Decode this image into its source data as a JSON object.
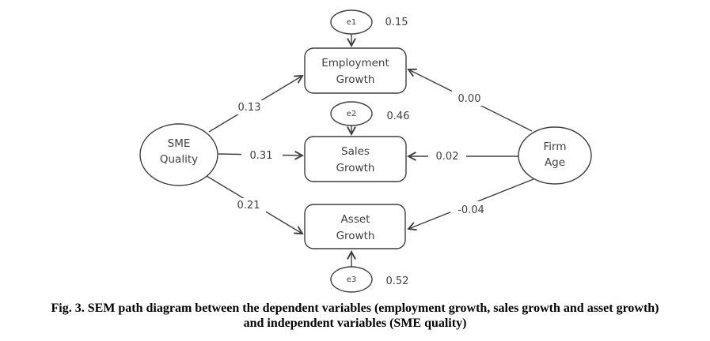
{
  "figure": {
    "nodes": {
      "sme_quality": {
        "line1": "SME",
        "line2": "Quality"
      },
      "firm_age": {
        "line1": "Firm",
        "line2": "Age"
      },
      "employment_growth": {
        "line1": "Employment",
        "line2": "Growth"
      },
      "sales_growth": {
        "line1": "Sales",
        "line2": "Growth"
      },
      "asset_growth": {
        "line1": "Asset",
        "line2": "Growth"
      },
      "e1": {
        "label": "e1",
        "variance": "0.15"
      },
      "e2": {
        "label": "e2",
        "variance": "0.46"
      },
      "e3": {
        "label": "e3",
        "variance": "0.52"
      }
    },
    "coefficients": {
      "sme_to_employment": "0.13",
      "sme_to_sales": "0.31",
      "sme_to_asset": "0.21",
      "firmage_to_employment": "0.00",
      "firmage_to_sales": "0.02",
      "firmage_to_asset": "-0.04"
    },
    "colors": {
      "diagram_stroke": "#3f3f3f",
      "diagram_text": "#3f3f3f",
      "caption_text": "#000000",
      "background": "#ffffff"
    }
  },
  "caption": {
    "line1": "Fig. 3. SEM path diagram between the dependent variables (employment growth, sales growth and asset growth)",
    "line2": "and independent variables (SME quality)"
  }
}
